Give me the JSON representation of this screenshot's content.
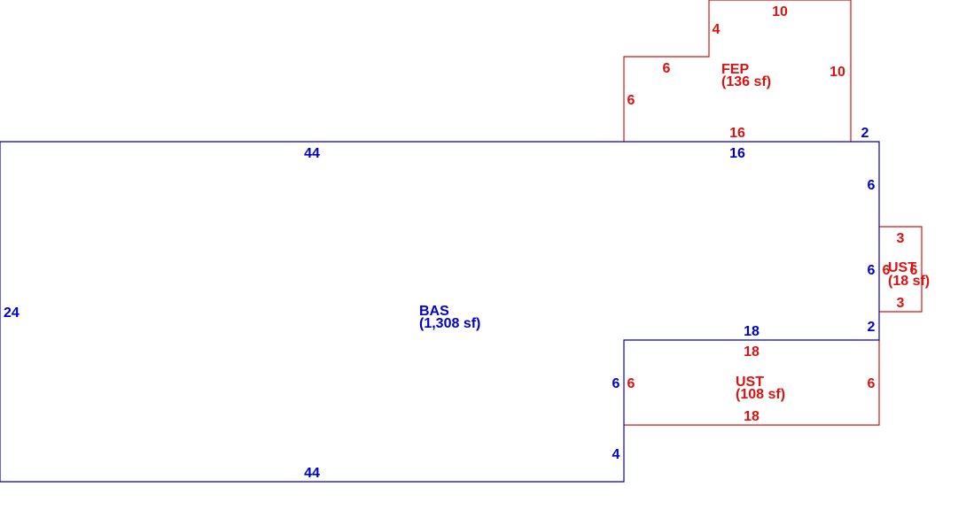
{
  "colors": {
    "main": "#0000cc",
    "addition": "#dd1111",
    "background": "#ffffff"
  },
  "areas": {
    "bas": {
      "code": "BAS",
      "area": "(1,308 sf)"
    },
    "fep": {
      "code": "FEP",
      "area": "(136 sf)"
    },
    "ust_small": {
      "code": "UST",
      "area": "(18 sf)"
    },
    "ust_large": {
      "code": "UST",
      "area": "(108 sf)"
    }
  },
  "dimensions": {
    "bas": {
      "top_left": "44",
      "top_right": "16",
      "right_corner": "2",
      "right_upper": "6",
      "right_mid": "6",
      "right_lower": "2",
      "step_top": "18",
      "step_side": "6",
      "step_lower": "4",
      "bottom": "44",
      "left": "24"
    },
    "fep": {
      "top": "10",
      "notch_side": "4",
      "notch_top": "6",
      "left": "6",
      "right": "10",
      "bottom": "16"
    },
    "ust_small": {
      "top": "3",
      "left": "6",
      "right": "6",
      "bottom": "3"
    },
    "ust_large": {
      "top": "18",
      "left": "6",
      "right": "6",
      "bottom": "18"
    }
  }
}
